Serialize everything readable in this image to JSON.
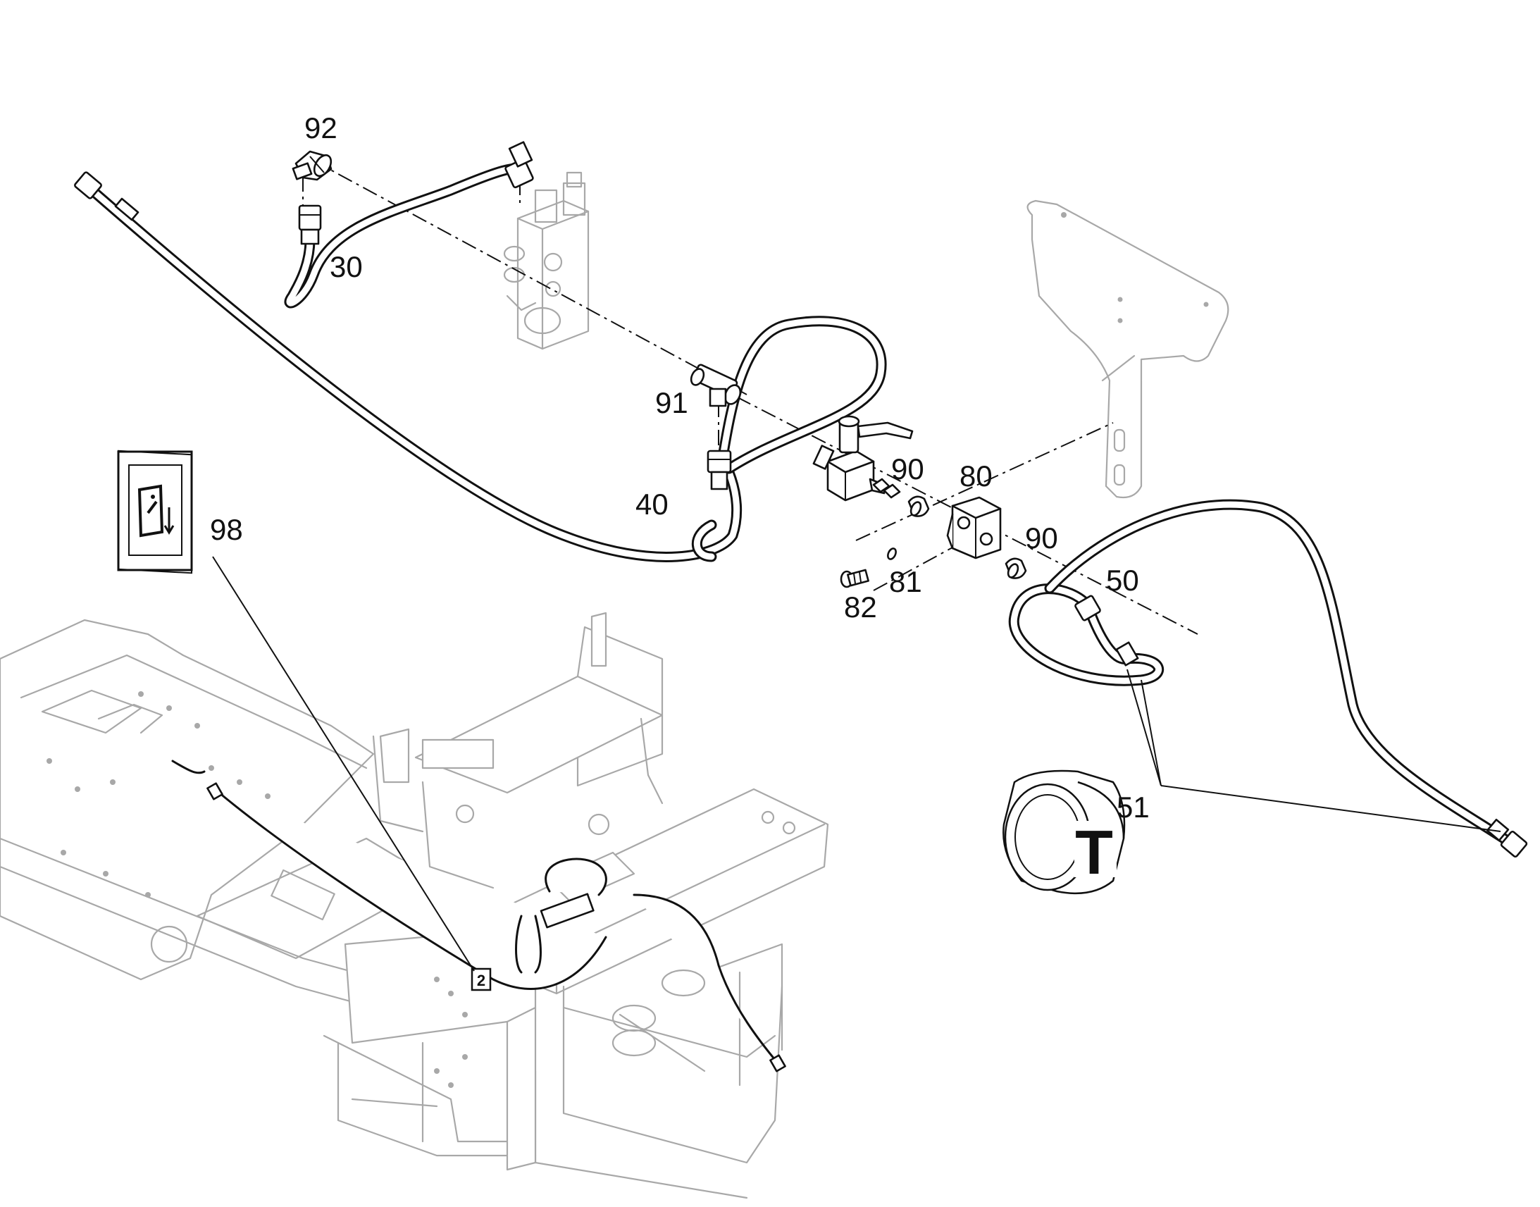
{
  "callouts": {
    "c92": "92",
    "c30": "30",
    "c91": "91",
    "c40": "40",
    "c90a": "90",
    "c80": "80",
    "c98": "98",
    "c90b": "90",
    "c81": "81",
    "c82": "82",
    "c50": "50",
    "c51": "51"
  },
  "symbols": {
    "tape_letter": "T",
    "decal_small": "2",
    "decal_icon": "manual-info-icon"
  },
  "colors": {
    "line": "#111111",
    "ghost": "#a8a8a8",
    "background": "#ffffff"
  }
}
